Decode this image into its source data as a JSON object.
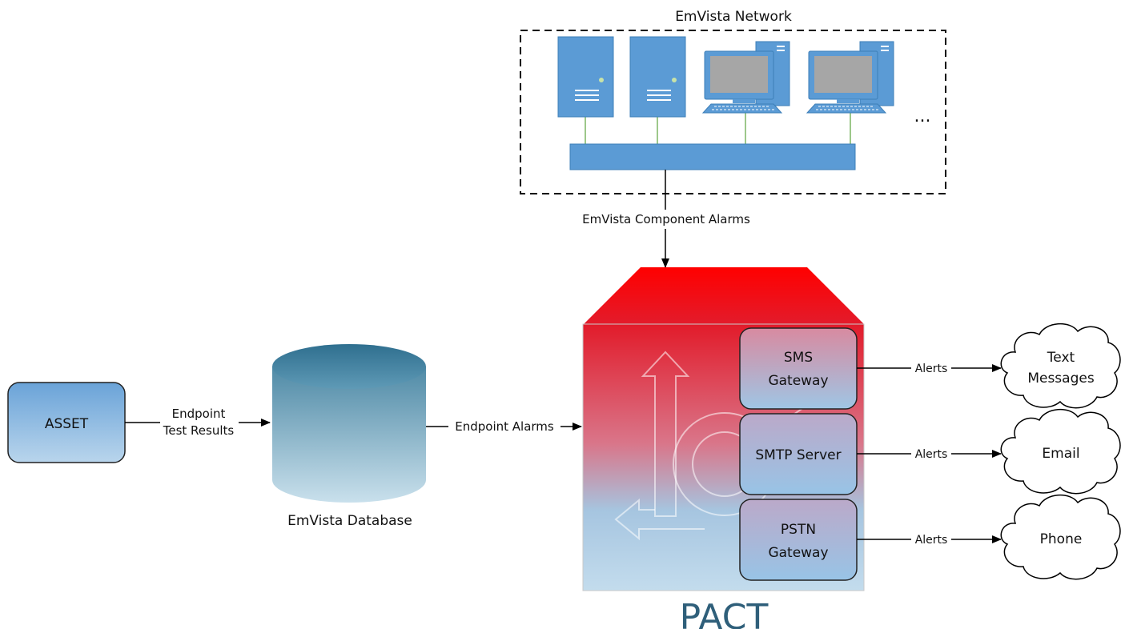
{
  "network": {
    "title": "EmVista Network",
    "ellipsis": "...",
    "devices": [
      {
        "type": "server",
        "icon": "server-icon"
      },
      {
        "type": "server",
        "icon": "server-icon"
      },
      {
        "type": "workstation",
        "icon": "workstation-icon"
      },
      {
        "type": "workstation",
        "icon": "workstation-icon"
      }
    ]
  },
  "edges": {
    "component_alarms": "EmVista Component Alarms",
    "endpoint_results_line1": "Endpoint",
    "endpoint_results_line2": "Test Results",
    "endpoint_alarms": "Endpoint Alarms",
    "alerts_sms": "Alerts",
    "alerts_email": "Alerts",
    "alerts_phone": "Alerts"
  },
  "nodes": {
    "asset": "ASSET",
    "database": "EmVista Database",
    "pact": "PACT",
    "sms_line1": "SMS",
    "sms_line2": "Gateway",
    "smtp": "SMTP Server",
    "pstn_line1": "PSTN",
    "pstn_line2": "Gateway"
  },
  "outputs": {
    "text_line1": "Text",
    "text_line2": "Messages",
    "email": "Email",
    "phone": "Phone"
  },
  "colors": {
    "blue": "#5b9bd5",
    "red": "#ee1c1c",
    "light_blue": "#a9cbe6",
    "line": "#000000",
    "link": "#a8d08d"
  }
}
